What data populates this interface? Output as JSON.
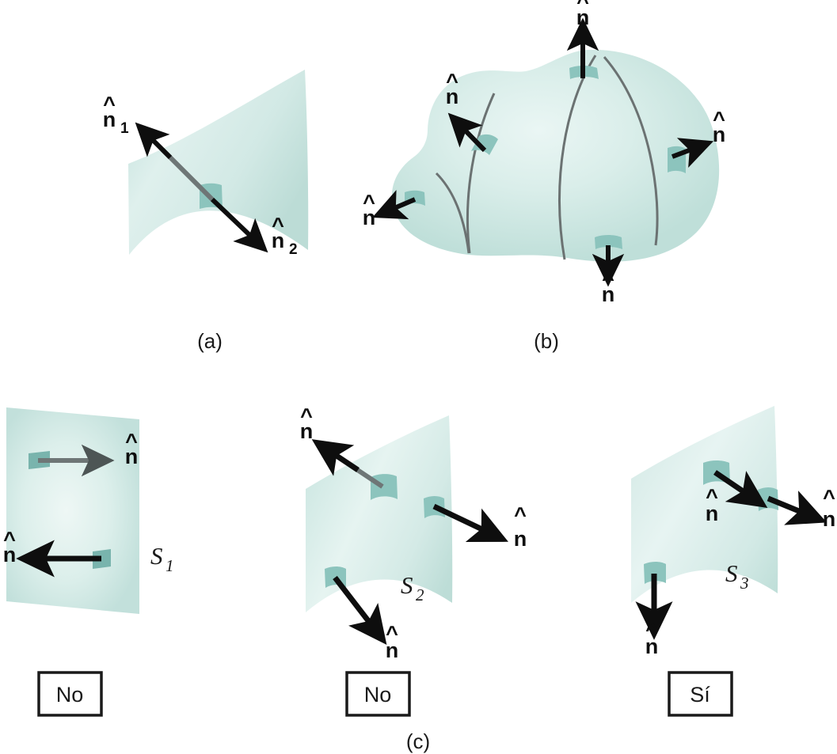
{
  "figure": {
    "title_present": false,
    "background_color": "#ffffff",
    "surface_fill_light": "#e3f1ee",
    "surface_fill_mid": "#cfe7e2",
    "surface_fill_edge": "#b9dcd6",
    "patch_tab_color": "#8cc4bd",
    "patch_tab_dark": "#79b4ad",
    "arrow_black": "#0e0e0e",
    "arrow_gray": "#6e7676",
    "meridian_line_color": "#6b7272"
  },
  "panels": [
    {
      "id": "a",
      "caption": "(a)",
      "description": "curved-surface-with-two-opposite-normals",
      "normals": [
        {
          "label": "n",
          "subscript": "1",
          "direction": "up-left",
          "color": "black-with-gray-tail"
        },
        {
          "label": "n",
          "subscript": "2",
          "direction": "down-right",
          "color": "black"
        }
      ]
    },
    {
      "id": "b",
      "caption": "(b)",
      "description": "closed-blob-surface-with-five-outward-normals",
      "normals": [
        {
          "label": "n",
          "subscript": "",
          "direction": "up"
        },
        {
          "label": "n",
          "subscript": "",
          "direction": "up-left"
        },
        {
          "label": "n",
          "subscript": "",
          "direction": "left"
        },
        {
          "label": "n",
          "subscript": "",
          "direction": "right"
        },
        {
          "label": "n",
          "subscript": "",
          "direction": "down"
        }
      ]
    },
    {
      "id": "c",
      "caption": "(c)",
      "description": "three-surfaces-orientability-test",
      "surfaces": [
        {
          "name": "S",
          "subscript": "1",
          "shape": "flat-parallelogram-plane",
          "verdict": "No",
          "normals": [
            {
              "label": "n",
              "direction": "right",
              "color": "gray"
            },
            {
              "label": "n",
              "direction": "left",
              "color": "black"
            }
          ]
        },
        {
          "name": "S",
          "subscript": "2",
          "shape": "curved-saddle-surface",
          "verdict": "No",
          "normals": [
            {
              "label": "n",
              "direction": "up-left",
              "color": "black-with-gray-tail"
            },
            {
              "label": "n",
              "direction": "down-right",
              "color": "black"
            },
            {
              "label": "n",
              "direction": "down-left",
              "color": "black"
            }
          ]
        },
        {
          "name": "S",
          "subscript": "3",
          "shape": "curved-saddle-surface",
          "verdict": "Sí",
          "normals": [
            {
              "label": "n",
              "direction": "down-right",
              "color": "black"
            },
            {
              "label": "n",
              "direction": "right-down",
              "color": "black"
            },
            {
              "label": "n",
              "direction": "down",
              "color": "black"
            }
          ]
        }
      ]
    }
  ],
  "labels": {
    "n_hat": "n",
    "sub_1": "1",
    "sub_2": "2",
    "sub_3": "3",
    "S": "S",
    "caption_a": "(a)",
    "caption_b": "(b)",
    "caption_c": "(c)",
    "verdict_no_1": "No",
    "verdict_no_2": "No",
    "verdict_si": "Sí"
  }
}
